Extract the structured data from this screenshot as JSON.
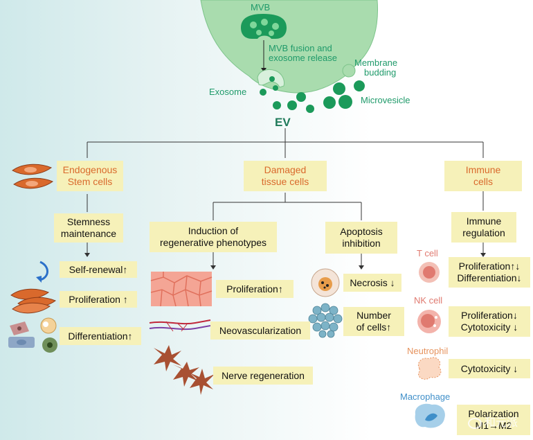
{
  "top": {
    "mvb": "MVB",
    "mvb_fusion": [
      "MVB fusion and",
      "exosome release"
    ],
    "membrane_budding": [
      "Membrane",
      "budding"
    ],
    "exosome": "Exosome",
    "microvesicle": "Microvesicle",
    "ev": "EV"
  },
  "targets": {
    "stem": [
      "Endogenous",
      "Stem cells"
    ],
    "damaged": [
      "Damaged",
      "tissue cells"
    ],
    "immune": [
      "Immune",
      "cells"
    ]
  },
  "stem_branch": {
    "header": [
      "Stemness",
      "maintenance"
    ],
    "items": [
      "Self-renewal↑",
      "Proliferation ↑",
      "Differentiation↑"
    ]
  },
  "damaged_branch": {
    "regen_header": [
      "Induction of",
      "regenerative phenotypes"
    ],
    "regen_items": [
      "Proliferation↑",
      "Neovascularization",
      "Nerve regeneration"
    ],
    "apoptosis_header": [
      "Apoptosis",
      "inhibition"
    ],
    "apoptosis_items": [
      [
        "Necrosis ↓"
      ],
      [
        "Number",
        "of cells↑"
      ]
    ]
  },
  "immune_branch": {
    "header": [
      "Immune",
      "regulation"
    ],
    "cells": [
      {
        "name": "T cell",
        "effects": [
          "Proliferation↑↓",
          "Differentiation↓"
        ]
      },
      {
        "name": "NK cell",
        "effects": [
          "Proliferation↓",
          "Cytotoxicity ↓"
        ]
      },
      {
        "name": "Neutrophil",
        "effects": [
          "Cytotoxicity ↓"
        ]
      },
      {
        "name": "Macrophage",
        "effects": [
          "Polarization",
          "M1→M2"
        ]
      }
    ]
  },
  "watermark": "和元派",
  "colors": {
    "green_text": "#1f9a6a",
    "box_fill": "#f6f1b9",
    "orange_text": "#d9692c",
    "tcell": "#e07a70",
    "nkcell": "#e07a70",
    "neutrophil": "#e6935e",
    "macrophage": "#3f8fc9"
  }
}
